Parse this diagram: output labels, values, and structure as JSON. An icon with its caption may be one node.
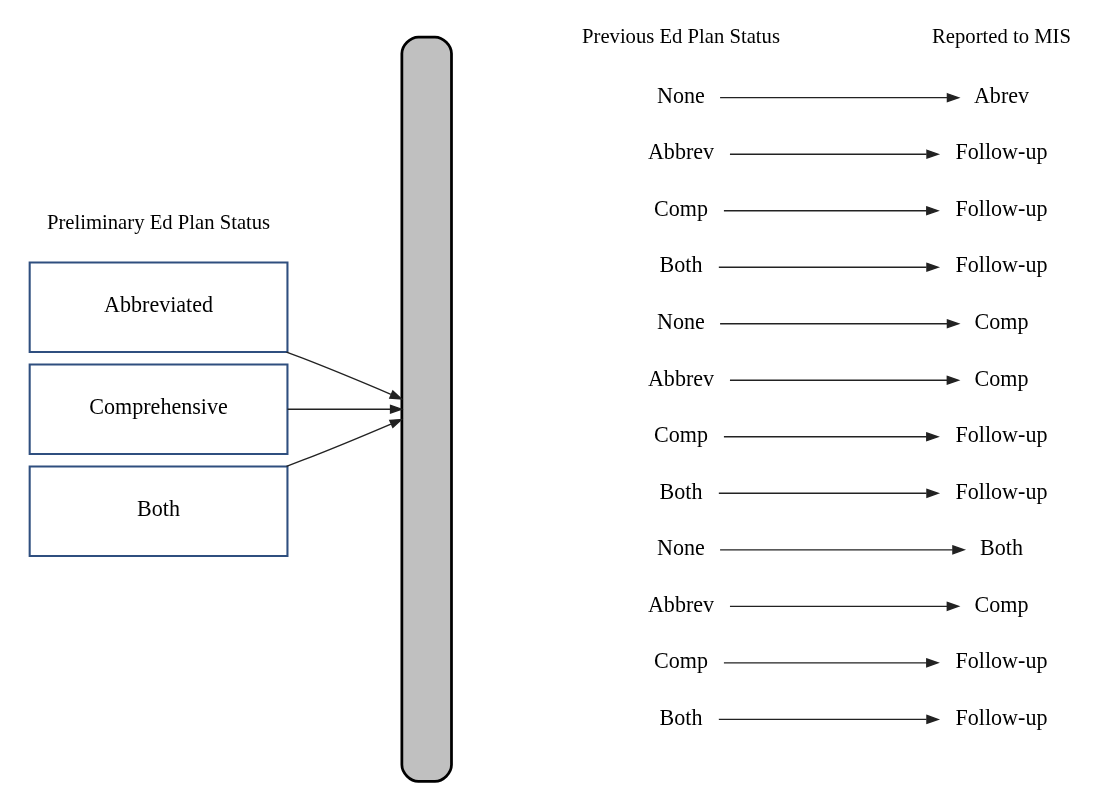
{
  "diagram": {
    "nodes": [
      {
        "text": [
          "Abbreviated"
        ]
      },
      {
        "text": [
          "Comprehensive"
        ]
      },
      {
        "text": [
          "Both"
        ]
      },
      {
        "text": [],
        "shape": "bar"
      },
      {
        "text": [
          "None"
        ]
      },
      {
        "text": [
          "Abbrev"
        ]
      },
      {
        "text": [
          "Comp"
        ]
      },
      {
        "text": [
          "Both"
        ]
      },
      {
        "text": [
          "None"
        ]
      },
      {
        "text": [
          "Abbrev"
        ]
      },
      {
        "text": [
          "Comp"
        ]
      },
      {
        "text": [
          "Both"
        ]
      },
      {
        "text": [
          "None"
        ]
      },
      {
        "text": [
          "Abbrev"
        ]
      },
      {
        "text": [
          "Comp"
        ]
      },
      {
        "text": [
          "Both"
        ]
      },
      {
        "text": [
          "Abrev"
        ]
      },
      {
        "text": [
          "Follow-up"
        ]
      },
      {
        "text": [
          "Follow-up"
        ]
      },
      {
        "text": [
          "Follow-up"
        ]
      },
      {
        "text": [
          "Comp"
        ]
      },
      {
        "text": [
          "Comp"
        ]
      },
      {
        "text": [
          "Follow-up"
        ]
      },
      {
        "text": [
          "Follow-up"
        ]
      },
      {
        "text": [
          "Both"
        ]
      },
      {
        "text": [
          "Comp"
        ]
      },
      {
        "text": [
          "Follow-up"
        ]
      },
      {
        "text": [
          "Follow-up"
        ]
      }
    ],
    "edges": [
      {
        "from": 0,
        "to": 3,
        "arrow": "to"
      },
      {
        "from": 1,
        "to": 3,
        "arrow": "to"
      },
      {
        "from": 2,
        "to": 3,
        "arrow": "to"
      },
      {
        "from": 4,
        "to": 16,
        "arrow": "to"
      },
      {
        "from": 5,
        "to": 17,
        "arrow": "to"
      },
      {
        "from": 6,
        "to": 18,
        "arrow": "to"
      },
      {
        "from": 7,
        "to": 19,
        "arrow": "to"
      },
      {
        "from": 8,
        "to": 20,
        "arrow": "to"
      },
      {
        "from": 9,
        "to": 21,
        "arrow": "to"
      },
      {
        "from": 10,
        "to": 22,
        "arrow": "to"
      },
      {
        "from": 11,
        "to": 23,
        "arrow": "to"
      },
      {
        "from": 12,
        "to": 24,
        "arrow": "to"
      },
      {
        "from": 13,
        "to": 25,
        "arrow": "to"
      },
      {
        "from": 14,
        "to": 26,
        "arrow": "to"
      },
      {
        "from": 15,
        "to": 27,
        "arrow": "to"
      }
    ],
    "labels": [
      "Preliminary Ed Plan Status",
      "Previous Ed Plan Status",
      "Reported to MIS"
    ]
  }
}
